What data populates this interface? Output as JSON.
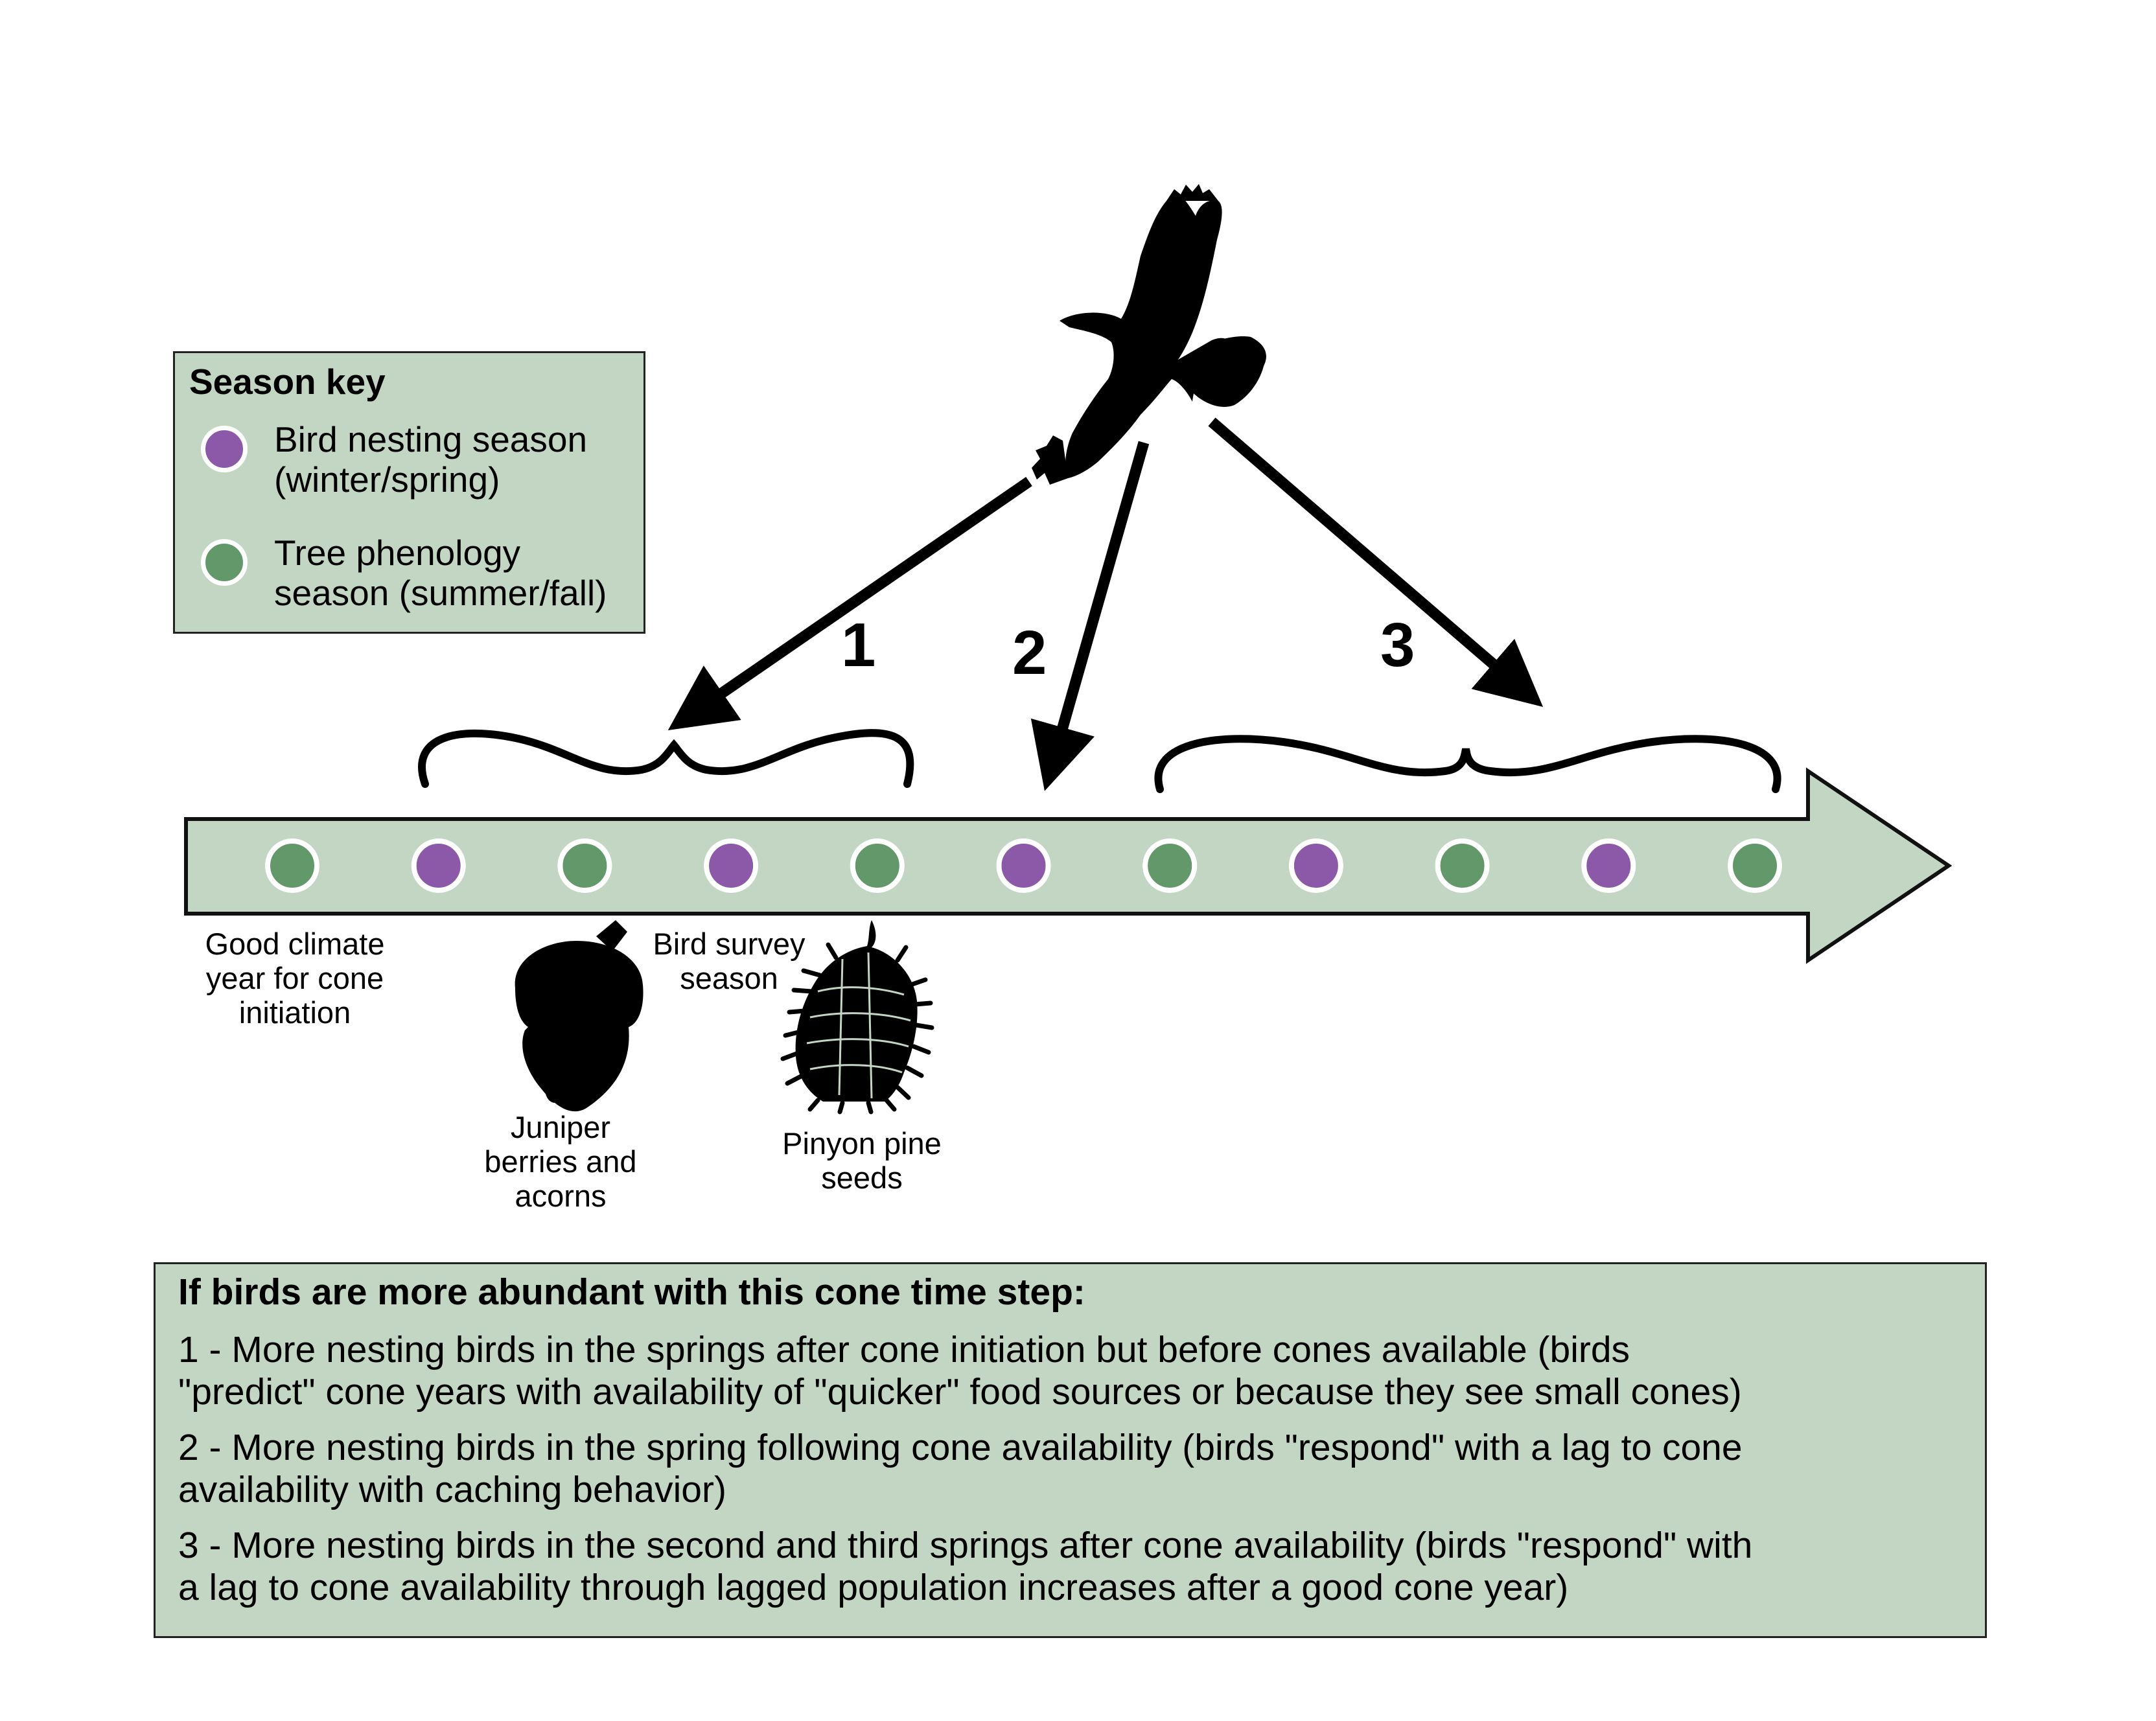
{
  "season_key": {
    "title": "Season key",
    "items": [
      {
        "label_line1": "Bird nesting season",
        "label_line2": "(winter/spring)",
        "color": "#8b59a8"
      },
      {
        "label_line1": "Tree phenology",
        "label_line2": "season (summer/fall)",
        "color": "#62986a"
      }
    ]
  },
  "colors": {
    "box_fill": "#c3d6c3",
    "arrow_fill": "#c3d6c3",
    "nesting": "#8b59a8",
    "phenology": "#62986a"
  },
  "timeline": {
    "season_sequence": [
      "phenology",
      "nesting",
      "phenology",
      "nesting",
      "phenology",
      "nesting",
      "phenology",
      "nesting",
      "phenology",
      "nesting",
      "phenology"
    ],
    "labels": {
      "cone_initiation": [
        "Good climate",
        "year for cone",
        "initiation"
      ],
      "bird_survey": [
        "Bird survey",
        "season"
      ],
      "juniper": [
        "Juniper",
        "berries and",
        "acorns"
      ],
      "pinyon": [
        "Pinyon pine",
        "seeds"
      ]
    }
  },
  "steps": [
    "1",
    "2",
    "3"
  ],
  "icons": {
    "bird": "flying-raven-silhouette-icon",
    "acorn": "acorn-silhouette-icon",
    "pine_cone": "pine-cone-silhouette-icon"
  },
  "hypotheses": {
    "title": "If birds are more abundant with this cone time step:",
    "items": [
      {
        "line1": "1 - More nesting birds in the springs after cone initiation but before cones available (birds",
        "line2": "\"predict\" cone years with availability of \"quicker\" food sources or because they see small cones)"
      },
      {
        "line1": "2 - More nesting birds in the spring following cone availability (birds \"respond\" with a lag to cone",
        "line2": "availability with caching behavior)"
      },
      {
        "line1": "3 - More nesting birds in the second and third springs after cone availability (birds \"respond\" with",
        "line2": "a lag to cone availability through lagged population increases after a good cone year)"
      }
    ]
  }
}
